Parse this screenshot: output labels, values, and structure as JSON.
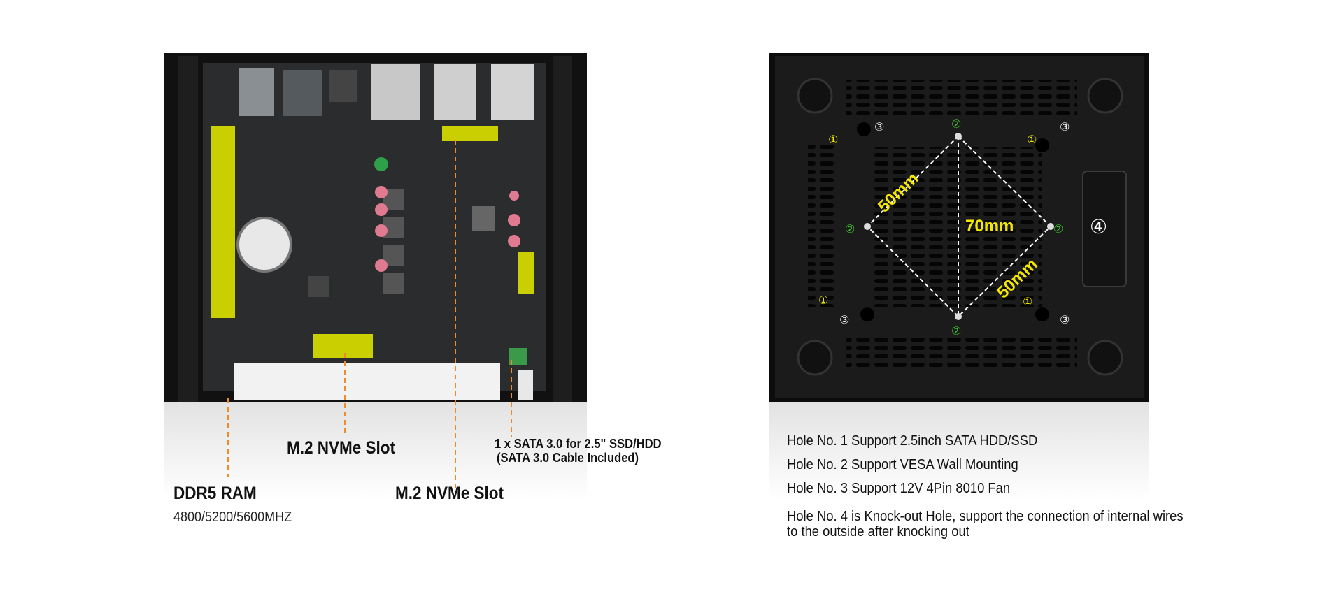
{
  "left_labels": {
    "ddr5_title": "DDR5 RAM",
    "ddr5_speeds": "4800/5200/5600MHZ",
    "m2_slot_1": "M.2 NVMe Slot",
    "m2_slot_2": "M.2 NVMe Slot",
    "sata_line1": "1 x SATA 3.0 for 2.5\" SSD/HDD",
    "sata_line2": "(SATA 3.0 Cable Included)"
  },
  "right_labels": {
    "dim_50_a": "50mm",
    "dim_70": "70mm",
    "dim_50_b": "50mm",
    "hole1_mark": "①",
    "hole2_mark": "②",
    "hole3_mark": "③",
    "hole4_mark": "④"
  },
  "hole_descriptions": [
    "Hole No. 1 Support 2.5inch SATA HDD/SSD",
    "Hole No. 2 Support VESA Wall Mounting",
    "Hole No. 3 Support 12V 4Pin 8010 Fan",
    "Hole No. 4 is Knock-out Hole, support the connection of internal wires to the outside after knocking out"
  ],
  "colors": {
    "accent_line": "#f08a2c",
    "highlight": "#d8e000",
    "dim_text": "#f5e800",
    "hole2_green": "#3fd12a"
  }
}
